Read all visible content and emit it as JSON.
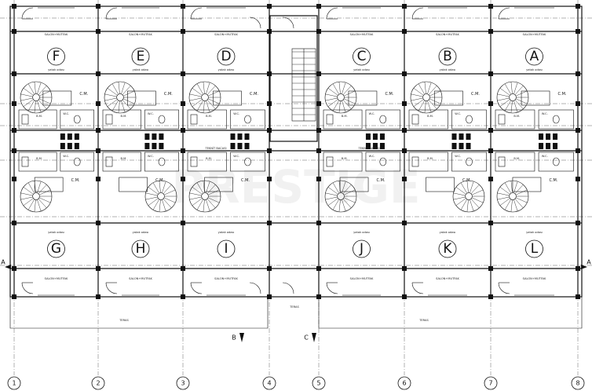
{
  "units": [
    {
      "letter": "F",
      "room_top": "SALON+MUTFAK",
      "room_bottom": "yatak odası",
      "bath": "C.M.",
      "shower": "W.C.",
      "sink": "B.M."
    },
    {
      "letter": "E",
      "room_top": "SALON+MUTFAK",
      "room_bottom": "yatak odası",
      "bath": "C.M.",
      "shower": "W.C.",
      "sink": "B.M."
    },
    {
      "letter": "D",
      "room_top": "SALON+MUTFAK",
      "room_bottom": "yatak odası",
      "bath": "C.M.",
      "shower": "W.C.",
      "sink": "B.M."
    },
    {
      "letter": "C",
      "room_top": "SALON+MUTFAK",
      "room_bottom": "yatak odası",
      "bath": "C.M.",
      "shower": "W.C.",
      "sink": "B.M."
    },
    {
      "letter": "B",
      "room_top": "SALON+MUTFAK",
      "room_bottom": "yatak odası",
      "bath": "C.M.",
      "shower": "W.C.",
      "sink": "B.M."
    },
    {
      "letter": "A",
      "room_top": "SALON+MUTFAK",
      "room_bottom": "yatak odası",
      "bath": "C.M.",
      "shower": "W.C.",
      "sink": "B.M."
    },
    {
      "letter": "G",
      "room_top": "SALON+MUTFAK",
      "room_bottom": "yatak odası",
      "bath": "C.M.",
      "shower": "W.C.",
      "sink": "B.M."
    },
    {
      "letter": "H",
      "room_top": "SALON+MUTFAK",
      "room_bottom": "yatak odası",
      "bath": "C.M.",
      "shower": "W.C.",
      "sink": "B.M."
    },
    {
      "letter": "I",
      "room_top": "SALON+MUTFAK",
      "room_bottom": "yatak odası",
      "bath": "C.M.",
      "shower": "W.C.",
      "sink": "B.M."
    },
    {
      "letter": "J",
      "room_top": "SALON+MUTFAK",
      "room_bottom": "yatak odası",
      "bath": "C.M.",
      "shower": "W.C.",
      "sink": "B.M."
    },
    {
      "letter": "K",
      "room_top": "SALON+MUTFAK",
      "room_bottom": "yatak odası",
      "bath": "C.M.",
      "shower": "W.C.",
      "sink": "B.M."
    },
    {
      "letter": "L",
      "room_top": "SALON+MUTFAK",
      "room_bottom": "yatak odası",
      "bath": "C.M.",
      "shower": "W.C.",
      "sink": "B.M."
    }
  ],
  "corridor_label_left": "TEKNİT BACASI",
  "corridor_label_right": "TEKNİT BACASI",
  "terrace_labels": [
    "TERAS",
    "TERAS",
    "TERAS"
  ],
  "grid_axes": [
    "1",
    "2",
    "3",
    "4",
    "5",
    "6",
    "7",
    "8"
  ],
  "section_marks": {
    "a": "A",
    "b": "B",
    "c": "C"
  },
  "watermark": "PRESTIGE",
  "colors": {
    "line": "#111111",
    "grid": "#666666"
  }
}
